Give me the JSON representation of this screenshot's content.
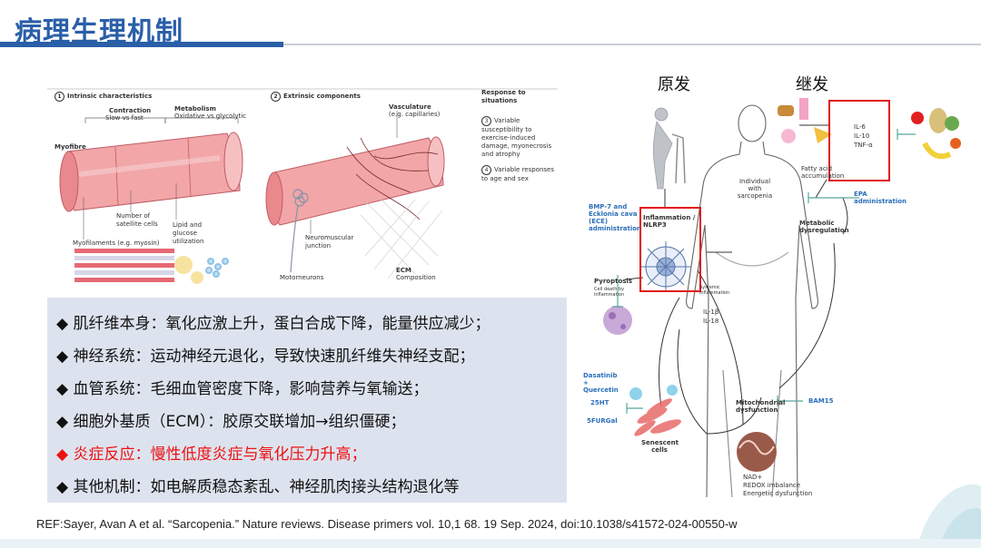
{
  "slide": {
    "title": "病理生理机制",
    "reference": "REF:Sayer, Avan A et al. “Sarcopenia.” Nature reviews. Disease primers vol. 10,1 68. 19 Sep. 2024, doi:10.1038/s41572-024-00550-w"
  },
  "figure_left": {
    "intrinsic_num": "1",
    "intrinsic_title": "Intrinsic characteristics",
    "extrinsic_num": "2",
    "extrinsic_title": "Extrinsic components",
    "response_title": "Response to situations",
    "contraction_title": "Contraction",
    "contraction_sub": "Slow vs fast",
    "metabolism_title": "Metabolism",
    "metabolism_sub": "Oxidative vs glycolytic",
    "myofibre": "Myofibre",
    "satellite": "Number of satellite cells",
    "lipid": "Lipid and glucose utilization",
    "myofilaments": "Myofilaments (e.g. myosin)",
    "vasculature_title": "Vasculature",
    "vasculature_sub": "(e.g. capillaries)",
    "nmj": "Neuromuscular junction",
    "motoneurons": "Motorneurons",
    "ecm_title": "ECM",
    "ecm_sub": "Composition",
    "resp3_num": "3",
    "resp3": "Variable susceptibility to exercise-induced damage, myonecrosis and atrophy",
    "resp4_num": "4",
    "resp4": "Variable responses to age and sex"
  },
  "bullets": [
    {
      "marker": "◆",
      "text": "肌纤维本身：氧化应激上升，蛋白合成下降，能量供应减少；"
    },
    {
      "marker": "◆",
      "text": "神经系统：运动神经元退化，导致快速肌纤维失神经支配；"
    },
    {
      "marker": "◆",
      "text": "血管系统：毛细血管密度下降，影响营养与氧输送；"
    },
    {
      "marker": "◆",
      "text": "细胞外基质（ECM）：胶原交联增加→组织僵硬；"
    },
    {
      "marker": "◆",
      "text": "炎症反应：慢性低度炎症与氧化压力升高；"
    },
    {
      "marker": "◆",
      "text": "其他机制：如电解质稳态紊乱、神经肌肉接头结构退化等"
    }
  ],
  "highlight_color": "#e0161a",
  "accent_color": "#2a5fa8",
  "figure_right": {
    "primary": "原发",
    "secondary": "继发",
    "il6": "IL-6",
    "il10": "IL-10",
    "tnfa": "TNF-α",
    "fatty": "Fatty acid accumulation",
    "epa": "EPA administration",
    "individual": "Individual with sarcopenia",
    "metabolic": "Metabolic dysregulation",
    "bmp7": "BMP-7 and Ecklonia cava (ECE) administration",
    "inflammation": "Inflammation / NLRP3",
    "pyroptosis": "Pyroptosis",
    "pyroptosis_sub": "Cell death by inflammation",
    "systemic": "Systemic inflammation",
    "il1b": "IL-1β",
    "il18": "IL-18",
    "dasatinib": "Dasatinib + Quercetin",
    "ht25": "25HT",
    "furgal": "5FURGal",
    "senescent": "Senescent cells",
    "mito": "Mitochondrial dysfunction",
    "bam15": "BAM15",
    "nad": "NAD+",
    "redox": "REDOX imbalance",
    "energetic": "Energetic dysfunction"
  }
}
